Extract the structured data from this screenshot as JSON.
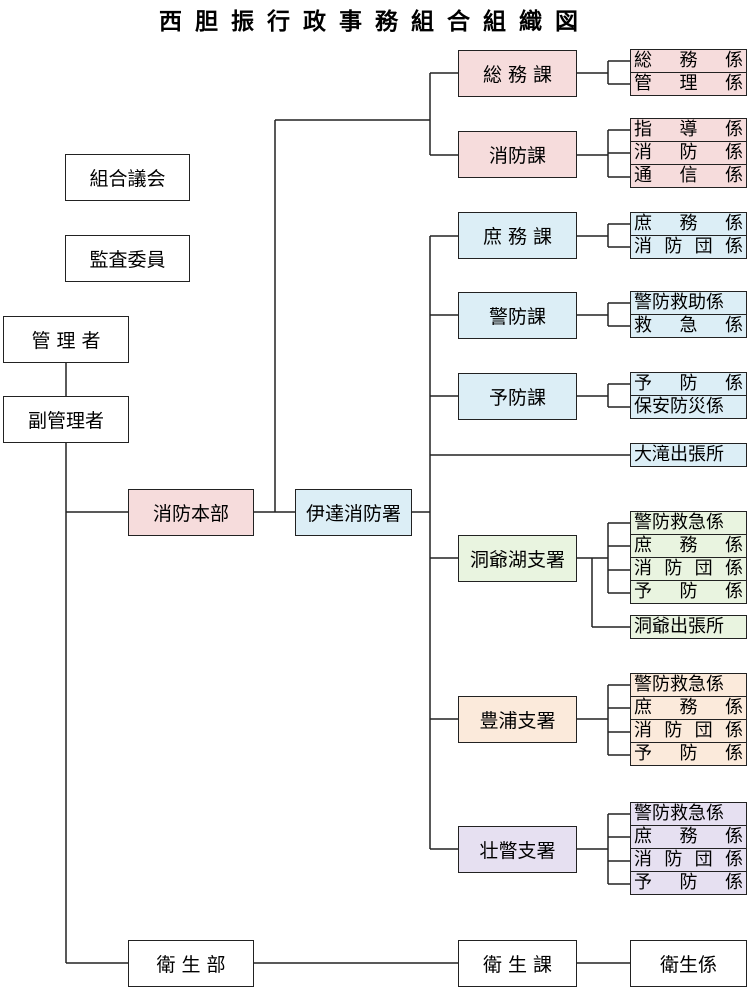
{
  "title": "西胆振行政事務組合組織図",
  "top_units": {
    "council": "組合議会",
    "auditor": "監査委員",
    "manager": "管 理 者",
    "vice_manager": "副管理者"
  },
  "fire_hq": "消防本部",
  "date_station": "伊達消防署",
  "hygiene_dept": "衛 生 部",
  "hygiene_section": "衛 生 課",
  "hygiene_unit": "衛生係",
  "sections": {
    "general_affairs": {
      "label": "総 務 課",
      "units": [
        "総 務 係",
        "管 理 係"
      ]
    },
    "fire_defense": {
      "label": "消防課",
      "units": [
        "指 導 係",
        "消 防 係",
        "通 信 係"
      ]
    },
    "admin": {
      "label": "庶 務 課",
      "units": [
        "庶 務 係",
        "消 防 団 係"
      ]
    },
    "guard": {
      "label": "警防課",
      "units": [
        "警防救助係",
        "救 急 係"
      ]
    },
    "prevention": {
      "label": "予防課",
      "units": [
        "予 防 係",
        "保安防災係"
      ]
    },
    "otaki_office": "大滝出張所",
    "toya_branch": {
      "label": "洞爺湖支署",
      "units": [
        "警防救急係",
        "庶 務 係",
        "消 防 団 係",
        "予 防 係"
      ],
      "office": "洞爺出張所"
    },
    "toyoura_branch": {
      "label": "豊浦支署",
      "units": [
        "警防救急係",
        "庶 務 係",
        "消 防 団 係",
        "予 防 係"
      ]
    },
    "sobetsu_branch": {
      "label": "壮瞥支署",
      "units": [
        "警防救急係",
        "庶 務 係",
        "消 防 団 係",
        "予 防 係"
      ]
    }
  }
}
